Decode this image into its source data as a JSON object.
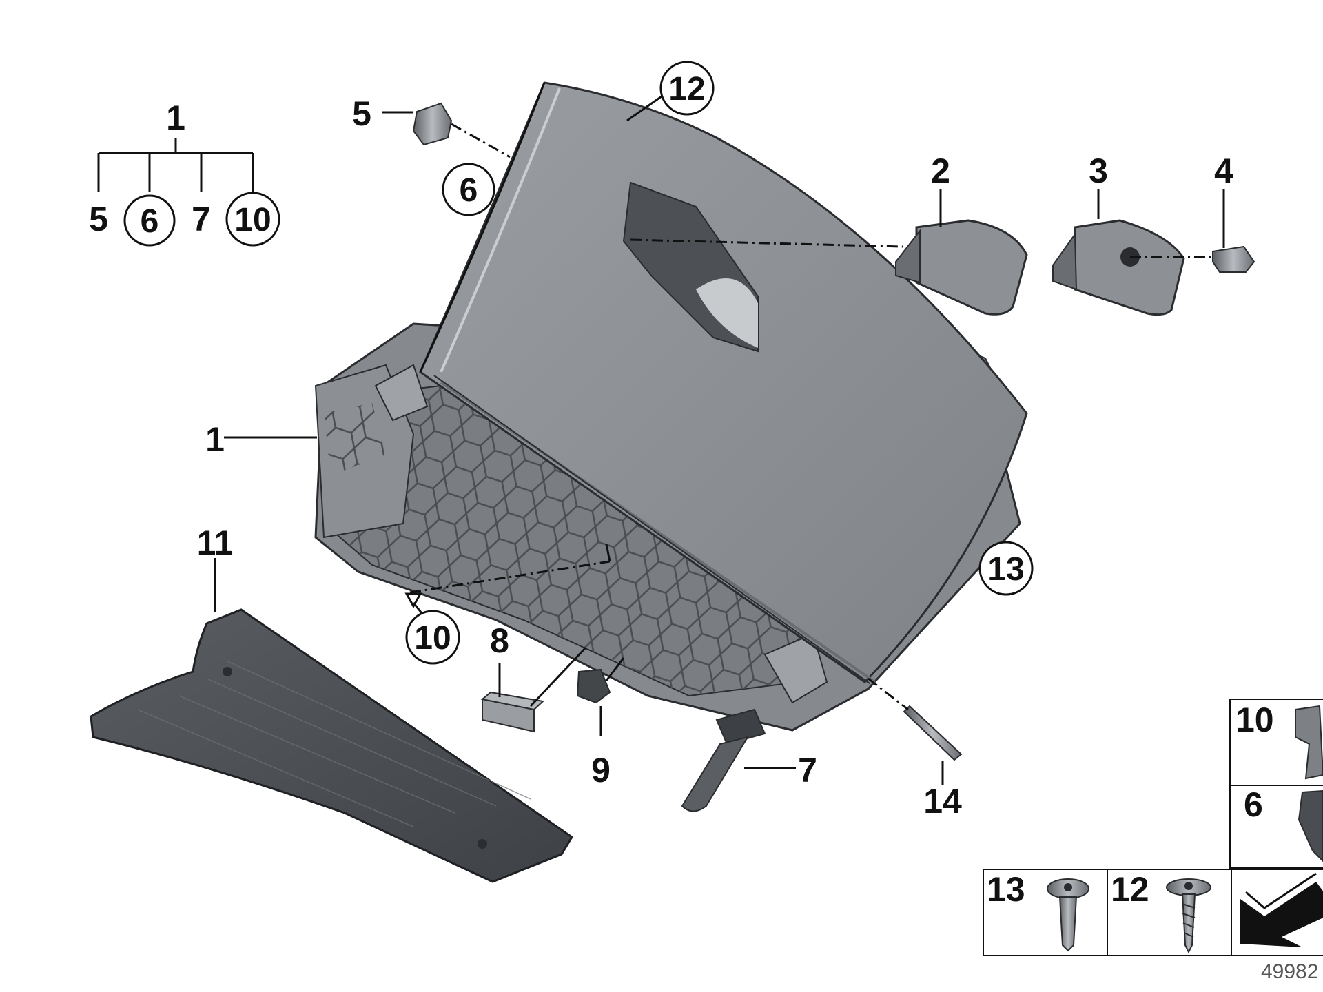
{
  "labels": {
    "tree_root": "1",
    "tree_5": "5",
    "tree_6": "6",
    "tree_7": "7",
    "tree_10": "10",
    "p1": "1",
    "p2": "2",
    "p3": "3",
    "p4": "4",
    "p5": "5",
    "p6": "6",
    "p7": "7",
    "p8": "8",
    "p9": "9",
    "p10": "10",
    "p11": "11",
    "p12": "12",
    "p13": "13",
    "p14": "14"
  },
  "inset": {
    "box10": "10",
    "box6": "6",
    "box13": "13",
    "box12": "12"
  },
  "reference_number": "49982",
  "colors": {
    "part_gray": "#8d9195",
    "part_dark": "#5d6166",
    "tray_dark": "#4a4d52",
    "outline": "#111111"
  }
}
